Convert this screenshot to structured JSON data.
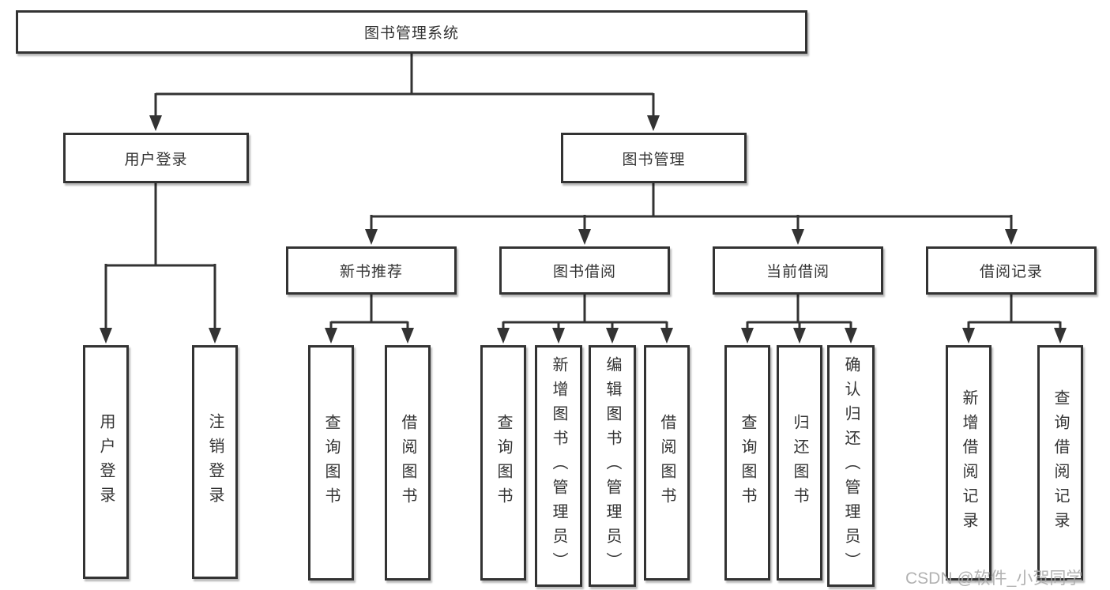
{
  "tree": {
    "label": "图书管理系统",
    "children": [
      {
        "label": "用户登录",
        "children": [
          {
            "label": "用户登录"
          },
          {
            "label": "注销登录"
          }
        ]
      },
      {
        "label": "图书管理",
        "children": [
          {
            "label": "新书推荐",
            "children": [
              {
                "label": "查询图书"
              },
              {
                "label": "借阅图书"
              }
            ]
          },
          {
            "label": "图书借阅",
            "children": [
              {
                "label": "查询图书"
              },
              {
                "label": "新增图书（管理员）"
              },
              {
                "label": "编辑图书（管理员）"
              },
              {
                "label": "借阅图书"
              }
            ]
          },
          {
            "label": "当前借阅",
            "children": [
              {
                "label": "查询图书"
              },
              {
                "label": "归还图书"
              },
              {
                "label": "确认归还（管理员）"
              }
            ]
          },
          {
            "label": "借阅记录",
            "children": [
              {
                "label": "新增借阅记录"
              },
              {
                "label": "查询借阅记录"
              }
            ]
          }
        ]
      }
    ]
  },
  "watermark": {
    "text": "CSDN @软件_小贺同学"
  },
  "colors": {
    "line": "#333333",
    "box_border": "#333333",
    "text": "#333333",
    "watermark": "#aaaaaa",
    "background": "#ffffff"
  }
}
